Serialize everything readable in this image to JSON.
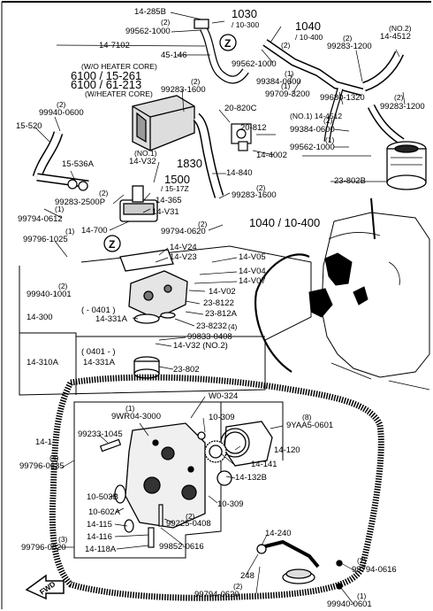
{
  "labels": {
    "l14285B": "14-285B",
    "l99562_1000_top": "99562-1000",
    "l1030": "1030",
    "l10300": "/ 10-300",
    "l1040_top": "1040",
    "l10400_top": "/ 10-400",
    "noTwo_tr": "(NO.2)",
    "l14_4512_tr": "14-4512",
    "l14_7102": "14-7102",
    "l45146": "45-146",
    "l99562_1000_mid": "99562-1000",
    "l99283_1200_top": "99283-1200",
    "woHeater": "(W/O HEATER CORE)",
    "l6100_15261": "6100 / 15-261",
    "l6100_61213": "6100 / 61-213",
    "wHeater": "(W/HEATER CORE)",
    "l99384_0600_top": "99384-0600",
    "l99283_1600_top": "99283-1600",
    "l99709_3200": "99709-3200",
    "l99680_1320": "99680-1320",
    "l99283_1200_r": "99283-1200",
    "l99940_0600": "99940-0600",
    "l20820C": "20-820C",
    "noOne_14_4512": "(NO.1) 14-4512",
    "l15520": "15-520",
    "l20812": "20-812",
    "l99384_0600_r": "99384-0600",
    "l99562_1000_r": "99562-1000",
    "noOne_v32": "(NO.1)",
    "l14V32_a": "14-V32",
    "l1830": "1830",
    "l14_4002": "14-4002",
    "l15536A": "15-536A",
    "l1500": "1500",
    "l15_17Z": "/ 15-17Z",
    "l14840": "14-840",
    "l23802B": "23-802B",
    "l99283_2500P": "99283-2500P",
    "l14365": "14-365",
    "l14V31": "14-V31",
    "l99283_1600_b": "99283-1600",
    "l99794_0612": "99794-0612",
    "l14700": "14-700",
    "l99794_0620_a": "99794-0620",
    "l1040_b": "1040 / 10-400",
    "l99796_1025": "99796-1025",
    "l14V24": "14-V24",
    "l14V23": "14-V23",
    "l14V05": "14-V05",
    "l14V04": "14-V04",
    "l14V07": "14-V07",
    "l14V02": "14-V02",
    "l99940_1001": "99940-1001",
    "l23_8122": "23-8122",
    "l14300": "14-300",
    "l0401": "( - 0401 )",
    "l23812A": "23-812A",
    "l14331A_a": "14-331A",
    "l23_8232": "23-8232",
    "l99833_0408": "99833-0408",
    "l14V32_no2": "14-V32 (NO.2)",
    "l0401b": "( 0401 - )",
    "l14331A_b": "14-331A",
    "l14310A": "14-310A",
    "l23802": "23-802",
    "lW0324": "W0-324",
    "l9WR04_3000": "9WR04-3000",
    "l10309_a": "10-309",
    "l99233_1045": "99233-1045",
    "l9YAA5_0601": "9YAA5-0601",
    "l14120": "14-120",
    "l141": "14-1",
    "l14141": "14-141",
    "l99796_0635": "99796-0635",
    "l14132B": "14-132B",
    "l10503B": "10-503B",
    "l10602A": "10-602A",
    "l10309_b": "10-309",
    "l99225_0408": "99225-0408",
    "l14115": "14-115",
    "l14116": "14-116",
    "l14118A": "14-118A",
    "l99852_0616": "99852-0616",
    "l14240": "14-240",
    "l99796_0620": "99796-0620",
    "l99794_0616": "99794-0616",
    "l248": "248",
    "l99794_0620_b": "99794-0620",
    "l99940_0601": "99940-0601",
    "fwd": "FWD",
    "zMark": "Z",
    "q1": "(1)",
    "q2": "(2)",
    "q3": "(3)",
    "q4": "(4)",
    "q8": "(8)"
  }
}
